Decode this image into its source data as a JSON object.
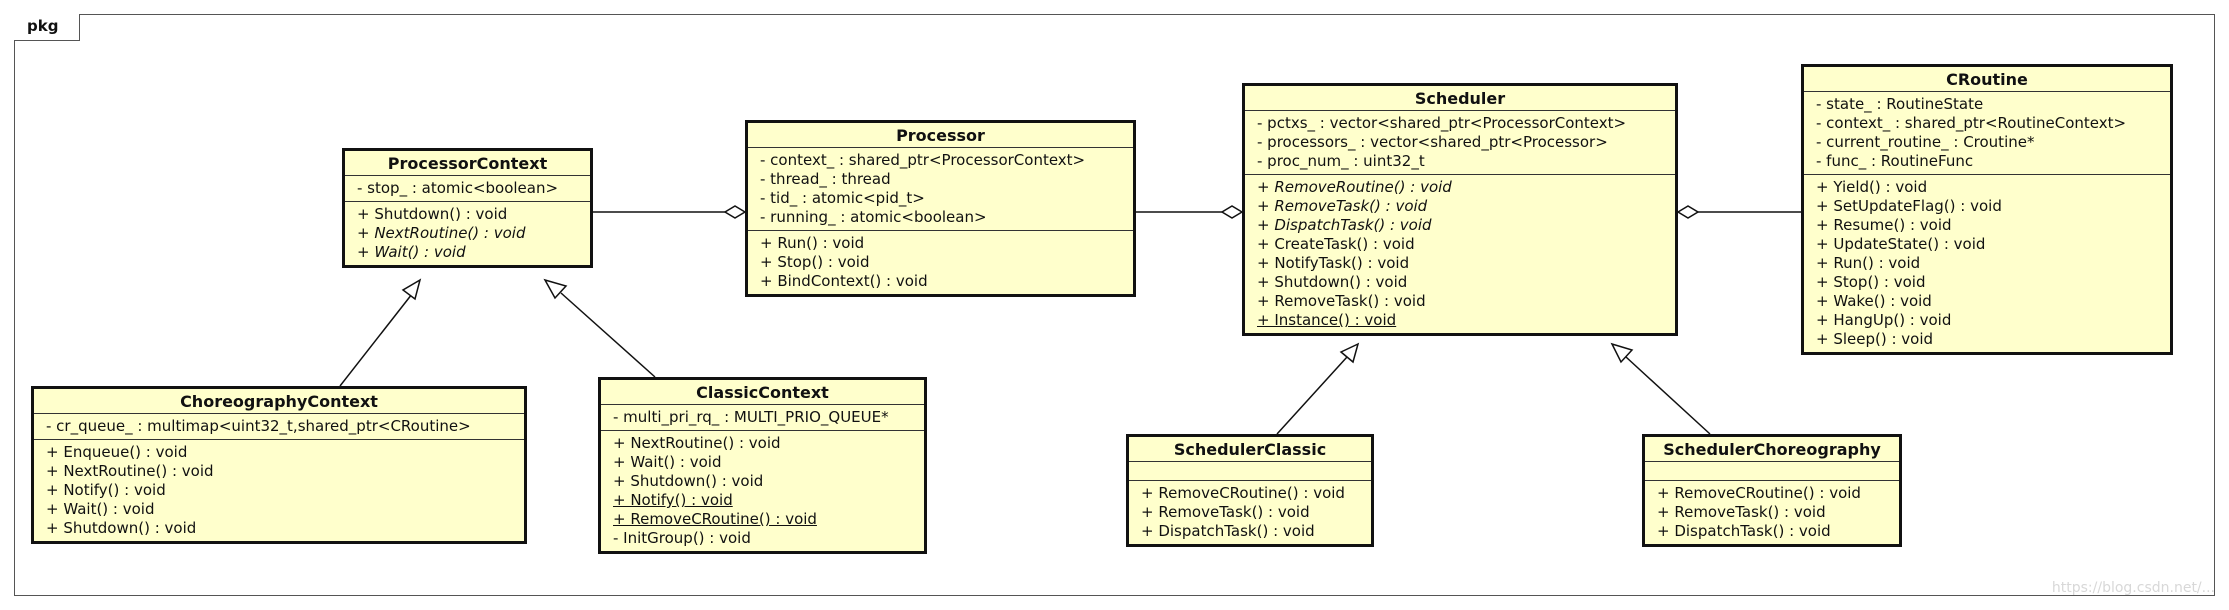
{
  "package": {
    "label": "pkg"
  },
  "watermark": "https://blog.csdn.net/...",
  "classes": [
    {
      "id": "processor-context",
      "name": "ProcessorContext",
      "attributes": [
        "- stop_ : atomic<boolean>"
      ],
      "operations": [
        {
          "text": "+ Shutdown() : void",
          "style": ""
        },
        {
          "text": "+ NextRoutine() : void",
          "style": "italic"
        },
        {
          "text": "+ Wait() : void",
          "style": "italic"
        }
      ]
    },
    {
      "id": "processor",
      "name": "Processor",
      "attributes": [
        "- context_ : shared_ptr<ProcessorContext>",
        "- thread_ : thread",
        "- tid_ : atomic<pid_t>",
        "- running_ : atomic<boolean>"
      ],
      "operations": [
        {
          "text": "+ Run() : void",
          "style": ""
        },
        {
          "text": "+ Stop() : void",
          "style": ""
        },
        {
          "text": "+ BindContext() : void",
          "style": ""
        }
      ]
    },
    {
      "id": "scheduler",
      "name": "Scheduler",
      "attributes": [
        "- pctxs_ : vector<shared_ptr<ProcessorContext>",
        "- processors_ : vector<shared_ptr<Processor>",
        "- proc_num_ : uint32_t"
      ],
      "operations": [
        {
          "text": "+ RemoveRoutine() : void",
          "style": "italic"
        },
        {
          "text": "+ RemoveTask() : void",
          "style": "italic"
        },
        {
          "text": "+ DispatchTask() : void",
          "style": "italic"
        },
        {
          "text": "+ CreateTask() : void",
          "style": ""
        },
        {
          "text": "+ NotifyTask() : void",
          "style": ""
        },
        {
          "text": "+ Shutdown() : void",
          "style": ""
        },
        {
          "text": "+ RemoveTask() : void",
          "style": ""
        },
        {
          "text": "+ Instance() : void",
          "style": "static"
        }
      ]
    },
    {
      "id": "croutine",
      "name": "CRoutine",
      "attributes": [
        "- state_ : RoutineState",
        "- context_ : shared_ptr<RoutineContext>",
        "- current_routine_ : Croutine*",
        "- func_ : RoutineFunc"
      ],
      "operations": [
        {
          "text": "+ Yield() : void",
          "style": ""
        },
        {
          "text": "+ SetUpdateFlag() : void",
          "style": ""
        },
        {
          "text": "+ Resume() : void",
          "style": ""
        },
        {
          "text": "+ UpdateState() : void",
          "style": ""
        },
        {
          "text": "+ Run() : void",
          "style": ""
        },
        {
          "text": "+ Stop() : void",
          "style": ""
        },
        {
          "text": "+ Wake() : void",
          "style": ""
        },
        {
          "text": "+ HangUp() : void",
          "style": ""
        },
        {
          "text": "+ Sleep() : void",
          "style": ""
        }
      ]
    },
    {
      "id": "choreography-context",
      "name": "ChoreographyContext",
      "attributes": [
        "- cr_queue_ : multimap<uint32_t,shared_ptr<CRoutine>"
      ],
      "operations": [
        {
          "text": "+ Enqueue() : void",
          "style": ""
        },
        {
          "text": "+ NextRoutine() : void",
          "style": ""
        },
        {
          "text": "+ Notify() : void",
          "style": ""
        },
        {
          "text": "+ Wait() : void",
          "style": ""
        },
        {
          "text": "+ Shutdown() : void",
          "style": ""
        }
      ]
    },
    {
      "id": "classic-context",
      "name": "ClassicContext",
      "attributes": [
        "- multi_pri_rq_ : MULTI_PRIO_QUEUE*"
      ],
      "operations": [
        {
          "text": "+ NextRoutine() : void",
          "style": ""
        },
        {
          "text": "+ Wait() : void",
          "style": ""
        },
        {
          "text": "+ Shutdown() : void",
          "style": ""
        },
        {
          "text": "+ Notify() : void",
          "style": "static"
        },
        {
          "text": "+ RemoveCRoutine() : void",
          "style": "static"
        },
        {
          "text": "- InitGroup() : void",
          "style": ""
        }
      ]
    },
    {
      "id": "scheduler-classic",
      "name": "SchedulerClassic",
      "attributes": [],
      "operations": [
        {
          "text": "+ RemoveCRoutine() : void",
          "style": ""
        },
        {
          "text": "+ RemoveTask() : void",
          "style": ""
        },
        {
          "text": "+ DispatchTask() : void",
          "style": ""
        }
      ]
    },
    {
      "id": "scheduler-choreography",
      "name": "SchedulerChoreography",
      "attributes": [],
      "operations": [
        {
          "text": "+ RemoveCRoutine() : void",
          "style": ""
        },
        {
          "text": "+ RemoveTask() : void",
          "style": ""
        },
        {
          "text": "+ DispatchTask() : void",
          "style": ""
        }
      ]
    }
  ]
}
